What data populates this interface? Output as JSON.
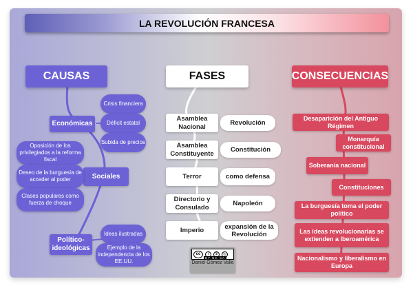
{
  "title": "LA REVOLUCIÓN FRANCESA",
  "colors": {
    "causes_blue": "#6c62d6",
    "consequences_red": "#d8485e",
    "phases_white": "#ffffff"
  },
  "causas": {
    "header": "CAUSAS",
    "economicas": {
      "label": "Económicas",
      "items": [
        "Crisis financiera",
        "Déficit estatal",
        "Subida de precios"
      ]
    },
    "sociales": {
      "label": "Sociales",
      "items": [
        "Oposición de los privilegiados a la reforma fiscal",
        "Deseo de la burguesía de acceder al poder",
        "Clases populares como fuerza de choque"
      ]
    },
    "politico": {
      "label": "Político-ideológicas",
      "items": [
        "Ideas ilustradas",
        "Ejemplo de la independencia de los EE.UU."
      ]
    }
  },
  "fases": {
    "header": "FASES",
    "items": [
      {
        "phase": "Asamblea Nacional",
        "note": "Revolución"
      },
      {
        "phase": "Asamblea Constituyente",
        "note": "Constitución"
      },
      {
        "phase": "Terror",
        "note": "como defensa"
      },
      {
        "phase": "Directorio y Consulado",
        "note": "Napoleón"
      },
      {
        "phase": "Imperio",
        "note": "expansión de la Revolución"
      }
    ]
  },
  "consecuencias": {
    "header": "CONSECUENCIAS",
    "items": [
      "Desaparición del Antiguo Régimen",
      "Monarquía constitucional",
      "Soberanía nacional",
      "Constituciones",
      "La burguesía toma el poder político",
      "Las ideas revolucionarias se extienden a Iberoamérica",
      "Nacionalismo y liberalismo en Europa"
    ]
  },
  "license": {
    "badge": "cc",
    "codes": "BY NC SA",
    "author": "Daniel Gómez Valle"
  }
}
